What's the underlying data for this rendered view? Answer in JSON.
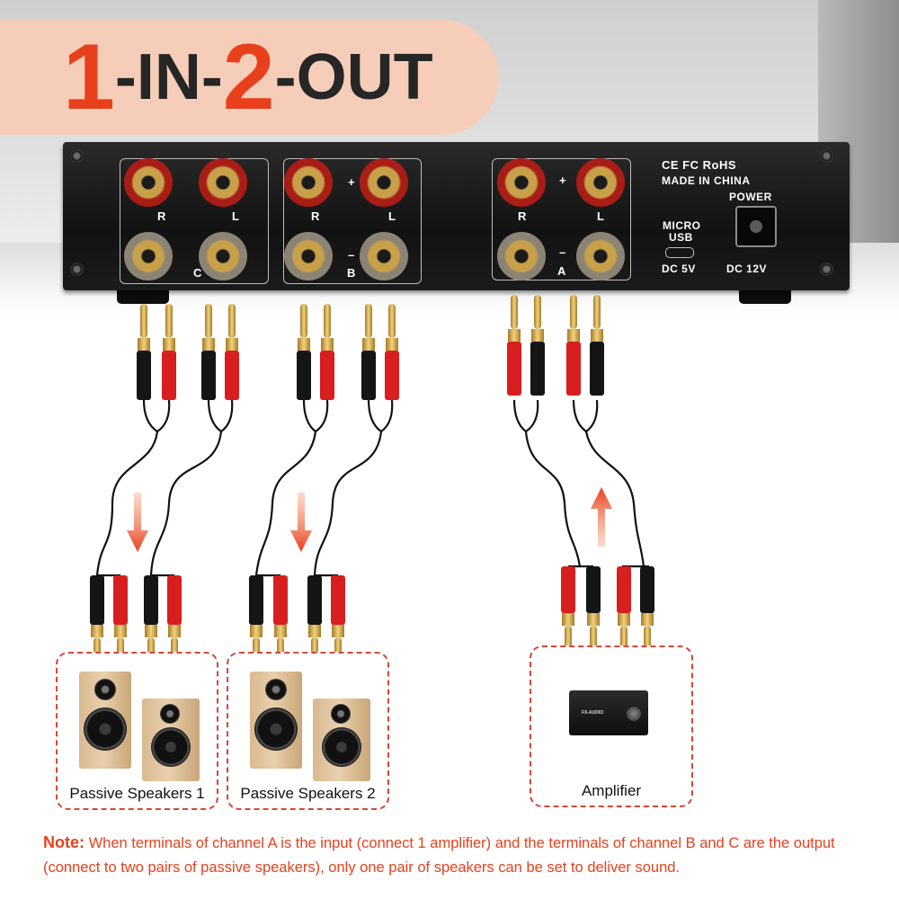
{
  "banner": {
    "num1": "1",
    "part1": "-IN-",
    "num2": "2",
    "part2": "-OUT"
  },
  "device": {
    "groups": {
      "c": {
        "r": "R",
        "l": "L",
        "letter": "C"
      },
      "b": {
        "r": "R",
        "l": "L",
        "plus": "+",
        "minus": "–",
        "letter": "B"
      },
      "a": {
        "r": "R",
        "l": "L",
        "plus": "+",
        "minus": "–",
        "letter": "A"
      }
    },
    "certs": "CE FC RoHS",
    "made_in": "MADE IN CHINA",
    "usb_label_1": "MICRO",
    "usb_label_2": "USB",
    "usb_power": "DC 5V",
    "power_label": "POWER",
    "dc_power": "DC 12V"
  },
  "boxes": {
    "speakers1": "Passive Speakers 1",
    "speakers2": "Passive Speakers 2",
    "amplifier": "Amplifier",
    "amp_brand": "FX-AUDIO"
  },
  "note": {
    "heading": "Note:",
    "text": " When terminals of channel A is the input (connect 1 amplifier) and the terminals of channel B and C are the output (connect to two pairs of passive speakers), only one pair of speakers can be set to deliver sound."
  },
  "colors": {
    "accent": "#e8401d",
    "banner_bg": "#f6cdb8",
    "device_body": "#1a1a1a",
    "dashed_box": "#d8453a"
  }
}
